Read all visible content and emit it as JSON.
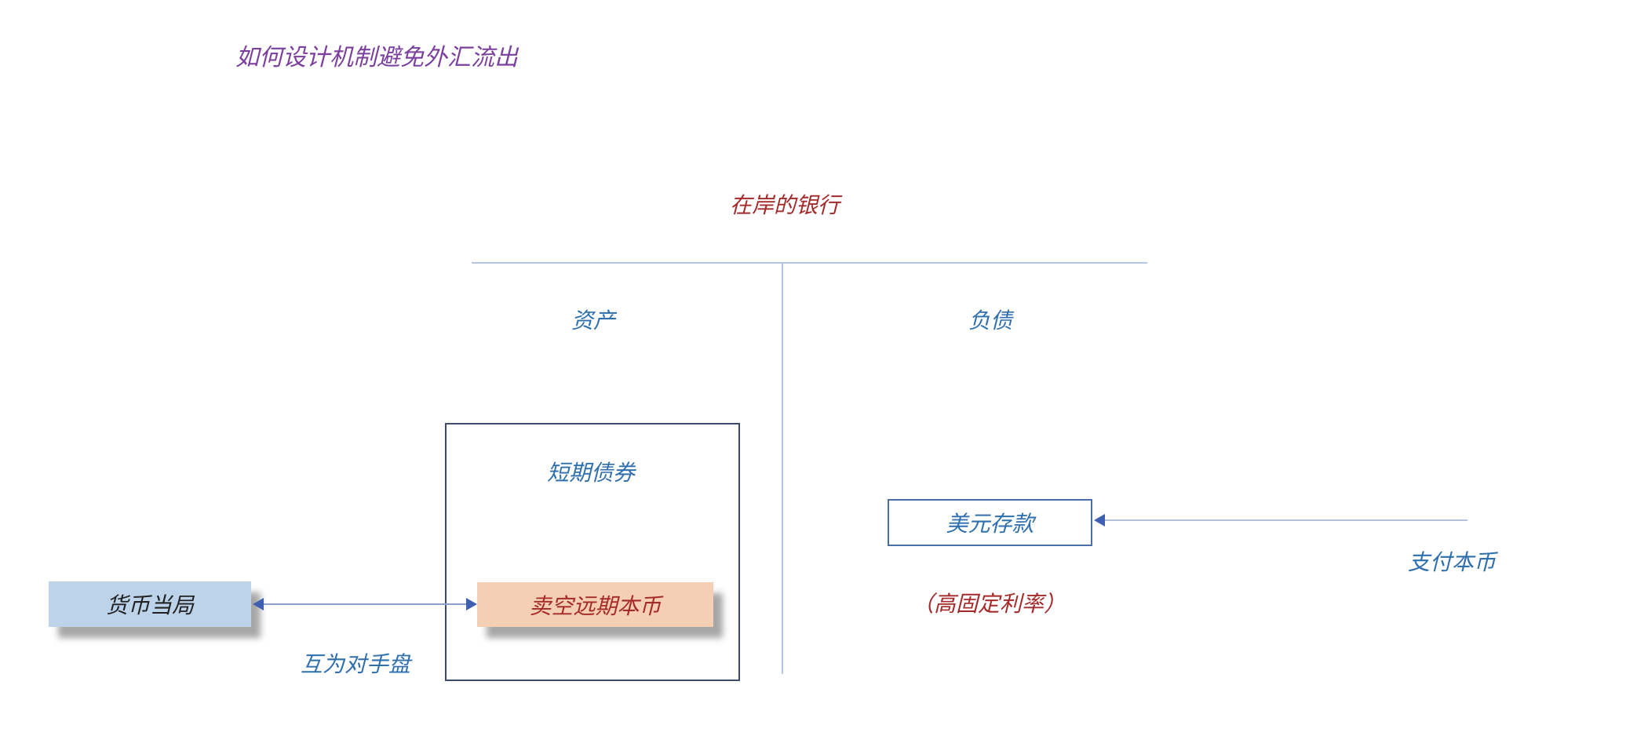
{
  "title": "如何设计机制避免外汇流出",
  "bank_label": "在岸的银行",
  "assets_label": "资产",
  "liabilities_label": "负债",
  "short_term_bonds": "短期债券",
  "short_forward": "卖空远期本币",
  "monetary_authority": "货币当局",
  "counterparty_label": "互为对手盘",
  "usd_deposit": "美元存款",
  "high_fixed_rate": "（高固定利率）",
  "pay_local_currency": "支付本币"
}
